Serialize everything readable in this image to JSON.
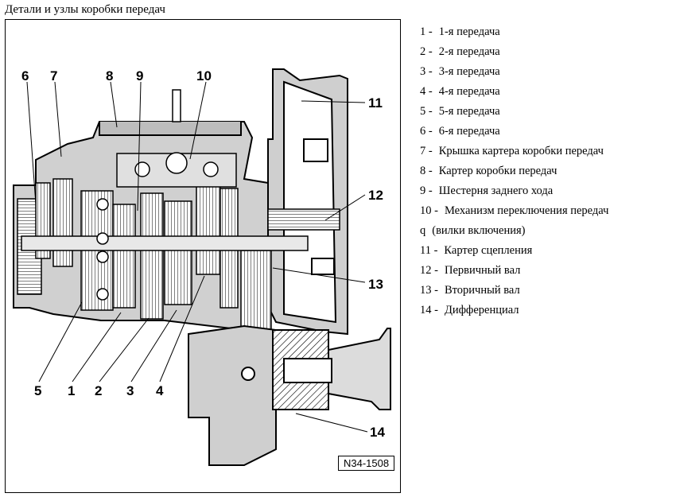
{
  "title": "Детали и узлы коробки передач",
  "figure_ref": "N34-1508",
  "callout_numbers": [
    "6",
    "7",
    "8",
    "9",
    "10",
    "11",
    "12",
    "13",
    "14",
    "5",
    "1",
    "2",
    "3",
    "4"
  ],
  "legend": [
    {
      "num": "1 -",
      "text": "1-я передача"
    },
    {
      "num": "2 -",
      "text": "2-я передача"
    },
    {
      "num": "3 -",
      "text": "3-я передача"
    },
    {
      "num": "4 -",
      "text": "4-я передача"
    },
    {
      "num": "5 -",
      "text": "5-я передача"
    },
    {
      "num": "6 -",
      "text": "6-я передача"
    },
    {
      "num": "7 -",
      "text": "Крышка картера коробки передач"
    },
    {
      "num": "8 -",
      "text": "Картер коробки передач"
    },
    {
      "num": "9 -",
      "text": "Шестерня заднего хода"
    },
    {
      "num": "10 -",
      "text": "Механизм переключения передач"
    },
    {
      "num": "q",
      "text": "(вилки включения)"
    },
    {
      "num": "11 -",
      "text": "Картер сцепления"
    },
    {
      "num": "12 -",
      "text": "Первичный вал"
    },
    {
      "num": "13 -",
      "text": "Вторичный вал"
    },
    {
      "num": "14 -",
      "text": "Дифференциал"
    }
  ]
}
